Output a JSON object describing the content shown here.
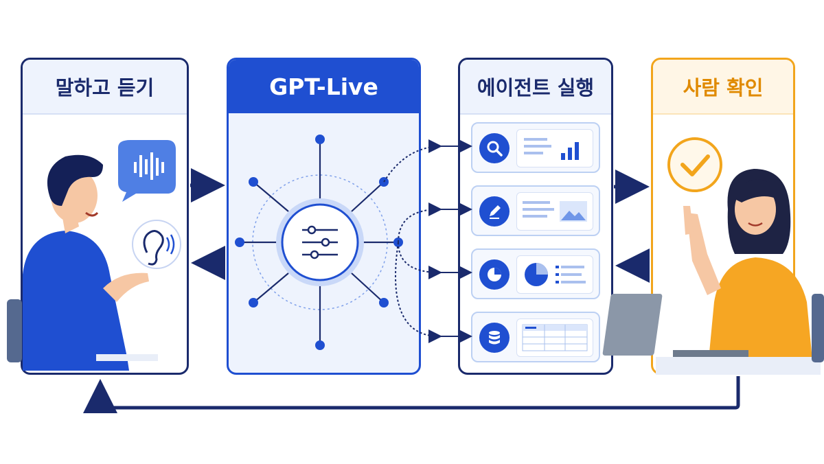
{
  "panels": {
    "speak_listen": {
      "title": "말하고 듣기"
    },
    "gpt_live": {
      "title": "GPT-Live"
    },
    "agent_exec": {
      "title": "에이전트 실행"
    },
    "human_check": {
      "title": "사람 확인"
    }
  },
  "agent_tasks": [
    {
      "icon": "search-icon",
      "preview": "bar-chart"
    },
    {
      "icon": "edit-icon",
      "preview": "image"
    },
    {
      "icon": "pie-chart-icon",
      "preview": "pie-chart"
    },
    {
      "icon": "database-icon",
      "preview": "table"
    }
  ],
  "colors": {
    "navy": "#1a2a6c",
    "blue": "#1f4fd1",
    "light_blue": "#eef3fd",
    "orange": "#f2a51c"
  }
}
